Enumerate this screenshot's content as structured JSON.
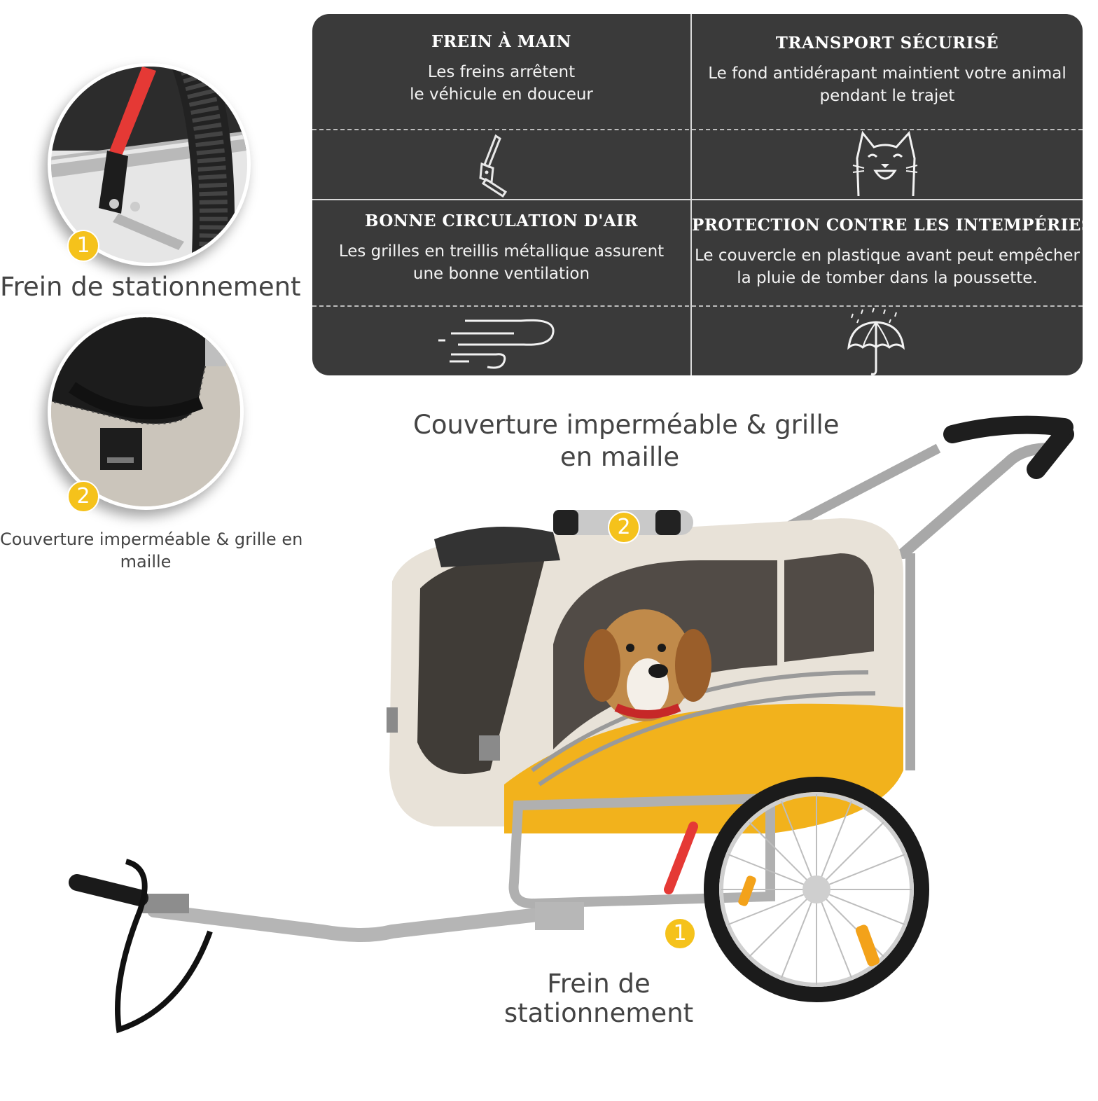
{
  "features": [
    {
      "title": "FREIN À MAIN",
      "lines": [
        "Les freins arrêtent",
        "le véhicule en douceur"
      ],
      "icon": "hand-brake-lever-icon"
    },
    {
      "title": "TRANSPORT SÉCURISÉ",
      "lines": [
        "Le fond antidérapant maintient votre animal",
        "pendant le trajet"
      ],
      "icon": "happy-cat-icon"
    },
    {
      "title": "BONNE CIRCULATION D'AIR",
      "lines": [
        "Les grilles en treillis métallique assurent",
        "une bonne ventilation"
      ],
      "icon": "wind-icon"
    },
    {
      "title": "PROTECTION CONTRE LES INTEMPÉRIES",
      "lines": [
        "Le couvercle en plastique avant peut empêcher",
        "la pluie de tomber dans la poussette."
      ],
      "icon": "umbrella-rain-icon"
    }
  ],
  "details": [
    {
      "badge": "1",
      "caption": "Frein de stationnement"
    },
    {
      "badge": "2",
      "caption_lines": [
        "Couverture imperméable & grille en",
        "maille"
      ]
    }
  ],
  "product_callouts": [
    {
      "badge": "2",
      "caption_lines": [
        "Couverture imperméable & grille",
        "en maille"
      ]
    },
    {
      "badge": "1",
      "caption_lines": [
        "Frein de",
        "stationnement"
      ]
    }
  ],
  "colors": {
    "panel": "#3a3a3a",
    "badge": "#f5c21b",
    "trailer_yellow": "#f2b21c",
    "trailer_beige": "#e8e2d8"
  }
}
